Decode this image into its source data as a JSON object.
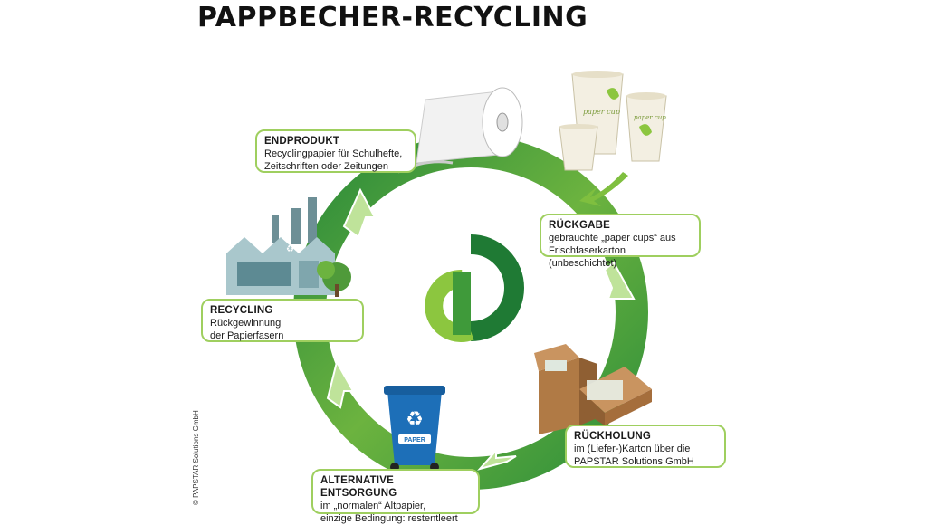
{
  "title": "PAPPBECHER-RECYCLING",
  "steps": {
    "endprodukt": {
      "heading": "ENDPRODUKT",
      "line1": "Recyclingpapier für Schulhefte,",
      "line2": "Zeitschriften oder Zeitungen"
    },
    "rueckgabe": {
      "heading": "RÜCKGABE",
      "line1": "gebrauchte „paper cups“ aus",
      "line2": "Frischfaserkarton (unbeschichtet)"
    },
    "rueckholung": {
      "heading": "RÜCKHOLUNG",
      "line1": "im (Liefer-)Karton über die",
      "line2": "PAPSTAR Solutions GmbH"
    },
    "alternative": {
      "heading": "ALTERNATIVE ENTSORGUNG",
      "line1": "im „normalen“ Altpapier,",
      "line2": "einzige Bedingung: restentleert"
    },
    "recycling": {
      "heading": "RECYCLING",
      "line1": "Rückgewinnung",
      "line2": "der Papierfasern"
    }
  },
  "bin_label": "PAPER",
  "cup_label": "paper cup",
  "copyright": "© PAPSTAR Solutions GmbH",
  "colors": {
    "dark_green": "#1f7a34",
    "mid_green": "#3f9a3a",
    "light_green": "#8cc63f",
    "border": "#9fcf5f",
    "bin_blue": "#1d6fb8"
  },
  "icons": [
    "paper-roll-icon",
    "paper-cups-icon",
    "cardboard-box-icon",
    "recycling-bin-icon",
    "factory-icon",
    "papstar-logo-icon"
  ]
}
